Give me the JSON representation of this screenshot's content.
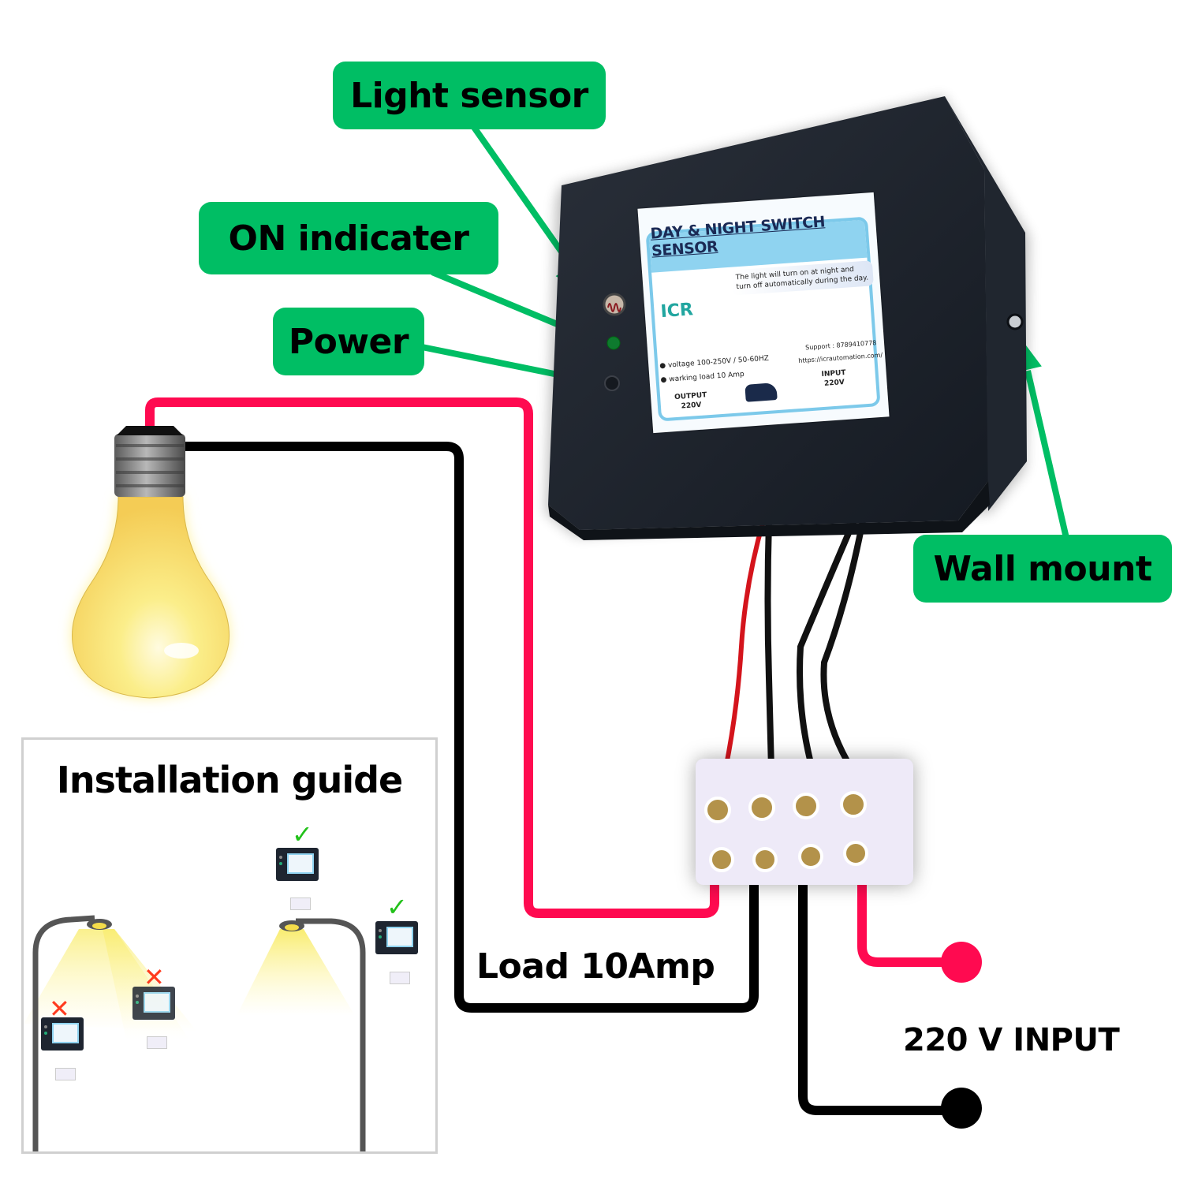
{
  "callouts": {
    "light_sensor": "Light sensor",
    "on_indicator": "ON indicater",
    "power": "Power",
    "wall_mount": "Wall mount"
  },
  "labels": {
    "load": "Load 10Amp",
    "input": "220 V INPUT"
  },
  "device_label": {
    "title": "DAY & NIGHT SWITCH SENSOR",
    "description": "The light will turn on at night and turn off automatically during the day.",
    "brand_logo": "ICR",
    "spec_voltage": "● voltage 100-250V / 50-60HZ",
    "spec_load": "● warking load 10 Amp",
    "support": "Support : 8789410778",
    "website": "https://icrautomation.com/",
    "output_label": "OUTPUT",
    "output_value": "220V",
    "input_label": "INPUT",
    "input_value": "220V"
  },
  "installation_guide": {
    "title": "Installation guide",
    "placements": [
      {
        "position": "under light, left of pole",
        "status": "wrong",
        "mark": "✕"
      },
      {
        "position": "inside light beam",
        "status": "wrong",
        "mark": "✕"
      },
      {
        "position": "above lamp",
        "status": "correct",
        "mark": "✓"
      },
      {
        "position": "beside pole, away from light",
        "status": "correct",
        "mark": "✓"
      }
    ]
  },
  "colors": {
    "callout_green": "#00be64",
    "live_wire": "#ff0a50",
    "neutral_wire": "#000000",
    "device_body": "#1c222b",
    "wrong_mark": "#ff3b1f",
    "correct_mark": "#22c11a"
  }
}
